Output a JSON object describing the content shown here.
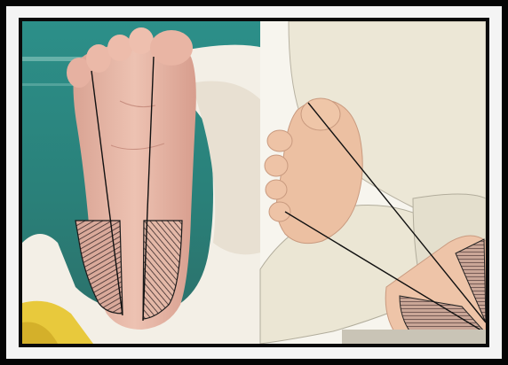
{
  "figure": {
    "left_panel": {
      "kind": "photograph",
      "subject": "infant-foot-sole"
    },
    "right_panel": {
      "kind": "illustration",
      "subject": "infant-foot-side"
    }
  },
  "colors": {
    "frame": "#050505",
    "skin": "#e8b7a6",
    "teal_background": "#2f8d86",
    "blanket": "#ece6d2",
    "line": "#1a1a1a"
  }
}
